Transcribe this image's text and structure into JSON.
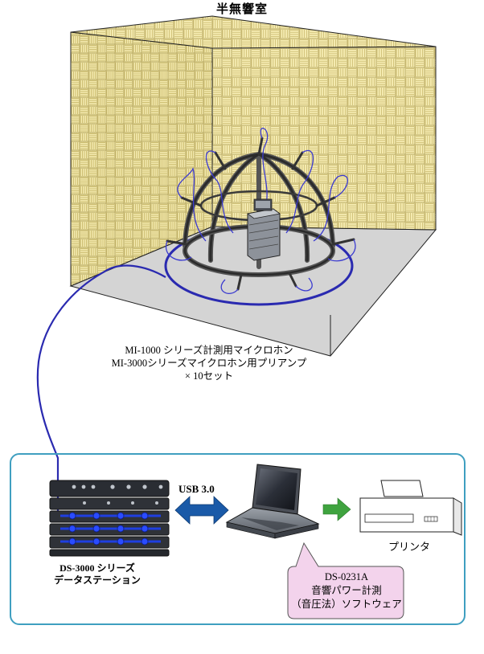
{
  "room": {
    "title": "半無響室"
  },
  "microphones": {
    "line1": "MI-1000 シリーズ計測用マイクロホン",
    "line2": "MI-3000シリーズマイクロホン用プリアンプ",
    "line3": "× 10セット"
  },
  "connection": {
    "label": "USB 3.0"
  },
  "data_station": {
    "name": "DS-3000 シリーズ",
    "subtitle": "データステーション"
  },
  "printer": {
    "label": "プリンタ"
  },
  "software": {
    "line1": "DS-0231A",
    "line2": "音響パワー計測",
    "line3": "（音圧法）ソフトウェア"
  },
  "colors": {
    "wall_base": "#f6edb4",
    "wall_line": "#c9b96a",
    "floor": "#d2d2d2",
    "cable": "#2a2ab0",
    "frame_border": "#3f9fc0",
    "usb_arrow": "#1a5aa8",
    "print_arrow": "#3fa33f",
    "callout_fill": "#f3d3ec"
  }
}
